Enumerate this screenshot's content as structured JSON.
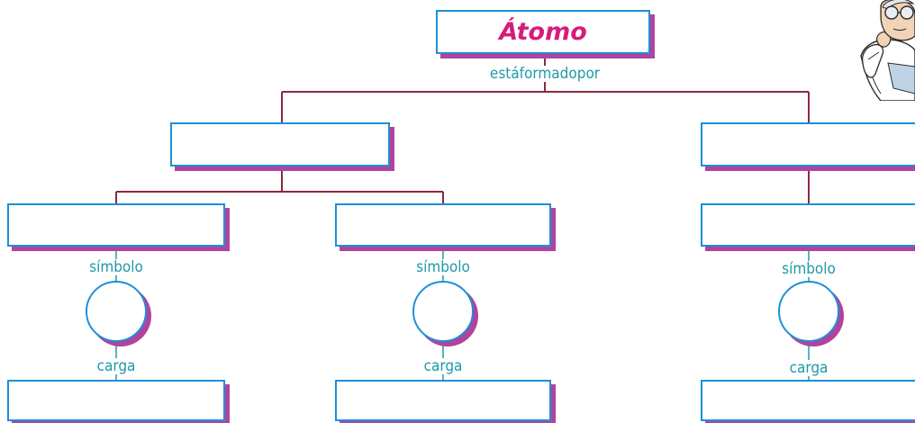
{
  "diagram": {
    "title": "Átomo",
    "link_main": "estáformadopor",
    "symbol_label": "símbolo",
    "charge_label": "carga",
    "colors": {
      "box_border": "#1f8fd6",
      "box_shadow": "#b0449c",
      "connector": "#8b2a3c",
      "title": "#d81b7a",
      "label": "#1e9aa8"
    }
  },
  "decoration": {
    "icon": "thinking-scientist-cartoon-icon"
  }
}
